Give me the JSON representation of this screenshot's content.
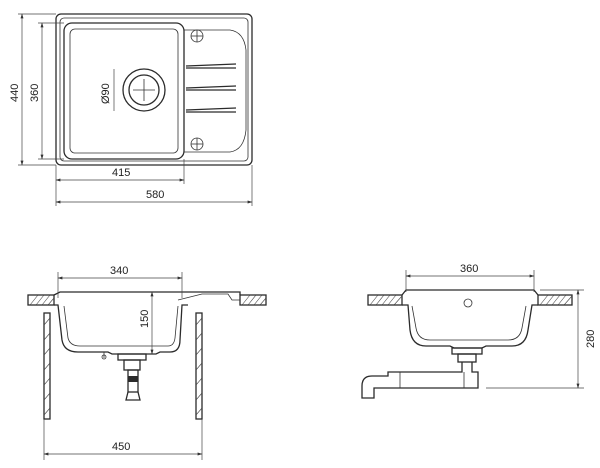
{
  "dimensions": {
    "top_width_sink": "415",
    "top_width_total": "580",
    "top_height_total": "440",
    "top_height_bowl": "360",
    "drain_diameter": "Ø90",
    "front_bowl_width": "340",
    "front_bowl_depth": "150",
    "front_cabinet_width": "450",
    "side_bowl_width": "360",
    "side_total_height": "280"
  },
  "colors": {
    "line": "#2b2b2b",
    "background": "#ffffff"
  }
}
